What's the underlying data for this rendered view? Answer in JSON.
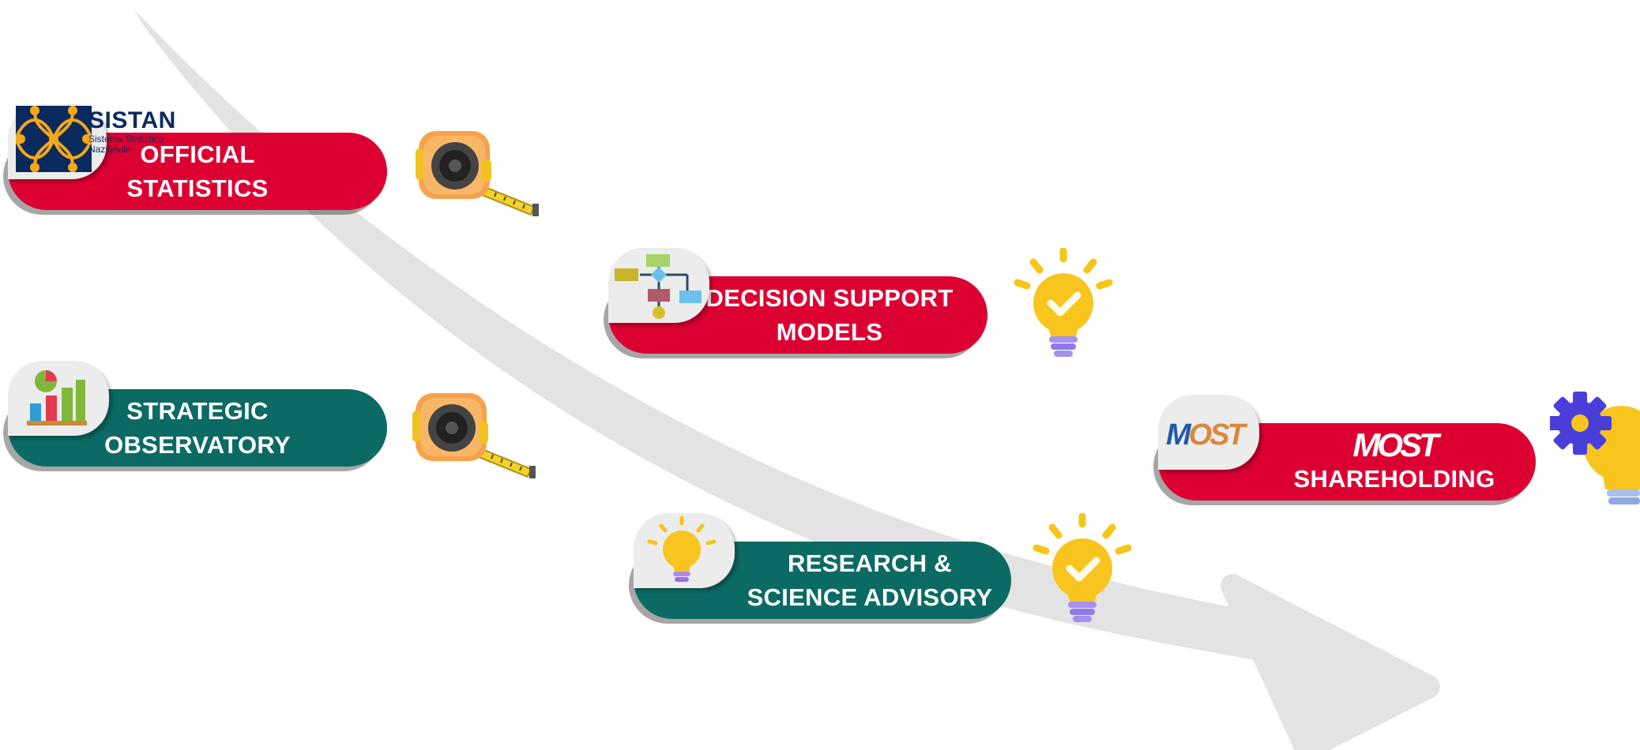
{
  "cards": [
    {
      "id": "official",
      "title_lines": [
        "OFFICIAL",
        "STATISTICS"
      ],
      "color": "#dc0032",
      "icon": "sistan-logo",
      "deco": "tape-measure-icon"
    },
    {
      "id": "strategic",
      "title_lines": [
        "STRATEGIC",
        "OBSERVATORY"
      ],
      "color": "#0c6a64",
      "icon": "bar-chart-icon",
      "deco": "tape-measure-icon"
    },
    {
      "id": "decision",
      "title_lines": [
        "DECISION SUPPORT",
        "MODELS"
      ],
      "color": "#dc0032",
      "icon": "flowchart-icon",
      "deco": "lightbulb-check-icon"
    },
    {
      "id": "research",
      "title_lines": [
        "RESEARCH &",
        "SCIENCE ADVISORY"
      ],
      "color": "#0c6a64",
      "icon": "lightbulb-icon",
      "deco": "lightbulb-check-icon"
    },
    {
      "id": "most",
      "title_lines": [
        "MOST",
        "SHAREHOLDING"
      ],
      "color": "#dc0032",
      "icon": "most-logo",
      "deco": "gear-lightbulb-icon"
    }
  ],
  "sistan": {
    "name": "SISTAN",
    "sub_line1": "Sistema Statistico",
    "sub_line2": "Nazionale"
  },
  "most_logo": {
    "text": "MOST",
    "small_part1": "M",
    "small_part2": "OST"
  },
  "colors": {
    "red": "#dc0032",
    "teal": "#0c6a64",
    "arrow": "#e3e3e3",
    "navy": "#0a2a5e",
    "most_blue": "#1d5aa8",
    "most_orange": "#d7893a"
  }
}
